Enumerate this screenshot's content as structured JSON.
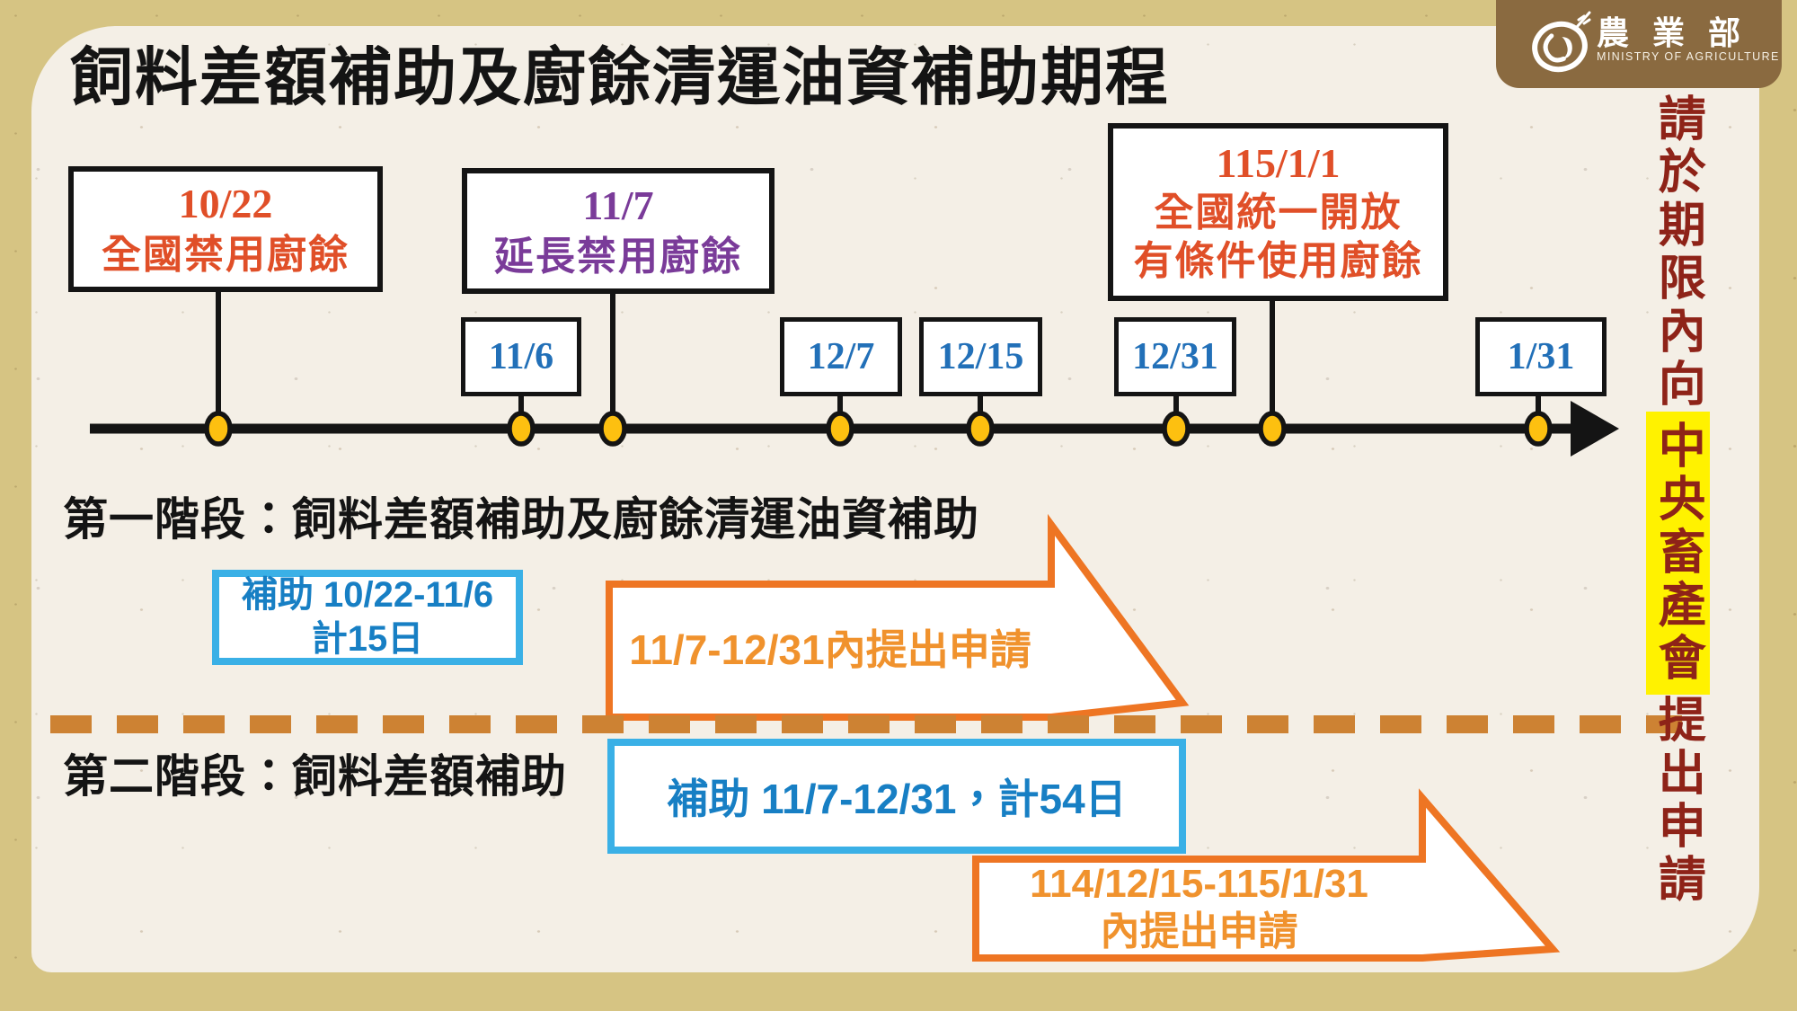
{
  "poster": {
    "title": "飼料差額補助及廚餘清運油資補助期程"
  },
  "logo": {
    "org_name_zh": "農業部",
    "org_name_en": "MINISTRY OF AGRICULTURE"
  },
  "sidebar_note": {
    "prefix": "請於期限內向",
    "highlighted": "中央畜產會",
    "suffix": "提出申請"
  },
  "timeline": {
    "event_boxes": [
      {
        "date": "10/22",
        "line1": "全國禁用廚餘"
      },
      {
        "date": "11/7",
        "line1": "延長禁用廚餘"
      },
      {
        "date": "115/1/1",
        "line1": "全國統一開放",
        "line2": "有條件使用廚餘"
      }
    ],
    "date_markers": [
      "11/6",
      "12/7",
      "12/15",
      "12/31",
      "1/31"
    ],
    "dot_dates": [
      "10/22",
      "11/6",
      "11/7",
      "12/7",
      "12/15",
      "12/31",
      "115/1/1",
      "1/31"
    ]
  },
  "phase1": {
    "heading": "第一階段：飼料差額補助及廚餘清運油資補助",
    "subsidy_line1": "補助 10/22-11/6",
    "subsidy_line2": "計15日",
    "apply_text": "11/7-12/31內提出申請"
  },
  "phase2": {
    "heading": "第二階段：飼料差額補助",
    "subsidy_line1": "補助 11/7-12/31，計54日",
    "apply_line1": "114/12/15-115/1/31",
    "apply_line2": "內提出申請"
  },
  "colors": {
    "background_tan": "#d6c483",
    "panel_cream": "#f4efe6",
    "ink_black": "#141414",
    "event_red": "#e04f28",
    "event_purple": "#7a3b99",
    "marker_blue": "#2270b8",
    "subsidy_border_blue": "#3ab0e6",
    "subsidy_text_blue": "#177fc4",
    "apply_border_orange": "#ee7523",
    "apply_text_orange": "#f0922d",
    "divider_orange": "#cd8233",
    "sidebar_red": "#8e2318",
    "highlight_yellow": "#fff200",
    "dot_yellow": "#fdc010",
    "logo_brown": "#8a6a40"
  }
}
